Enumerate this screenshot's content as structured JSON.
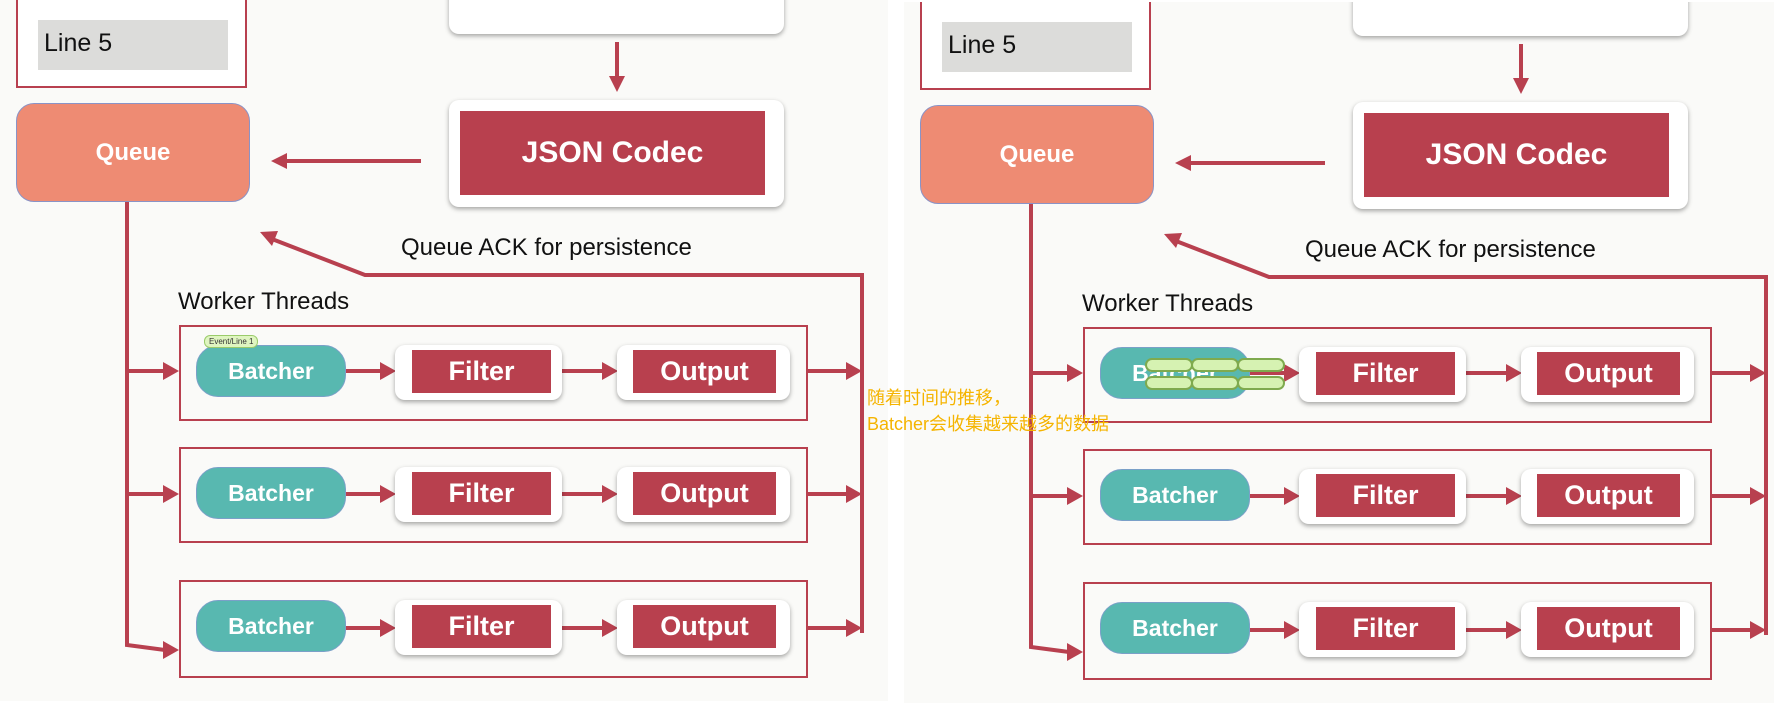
{
  "diagram": {
    "input_line": "Line 5",
    "codec": "JSON Codec",
    "queue": "Queue",
    "ack_label": "Queue ACK for persistence",
    "workers_label": "Worker Threads",
    "workers": [
      {
        "batcher": "Batcher",
        "filter": "Filter",
        "output": "Output"
      },
      {
        "batcher": "Batcher",
        "filter": "Filter",
        "output": "Output"
      },
      {
        "batcher": "Batcher",
        "filter": "Filter",
        "output": "Output"
      }
    ],
    "event_tag": "Event/Line 1"
  },
  "annotation": {
    "line1": "随着时间的推移，",
    "line2": "Batcher会收集越来越多的数据"
  },
  "colors": {
    "red": "#b8404e",
    "queue": "#ee8b73",
    "batcher": "#58b8b0",
    "annotation": "#f5b400"
  }
}
